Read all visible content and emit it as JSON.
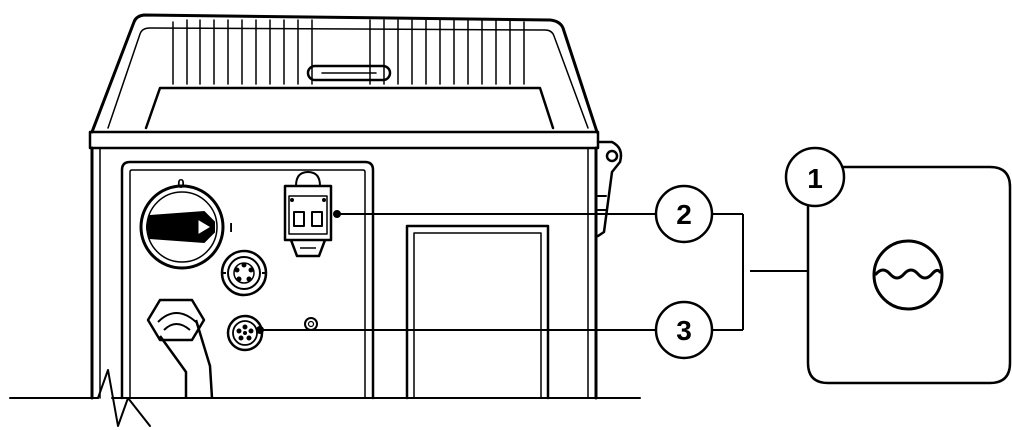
{
  "callouts": {
    "one": "1",
    "two": "2",
    "three": "3"
  },
  "switch_marks": {
    "off": "0",
    "on": "I"
  },
  "icons": {
    "coolant_unit": "water-wave-icon",
    "main_switch": "rotary-switch-icon",
    "top_socket": "hose-connector-icon",
    "middle_socket": "round-connector-icon",
    "bottom_socket": "round-connector-icon"
  },
  "colors": {
    "line": "#000000",
    "background": "#ffffff"
  }
}
